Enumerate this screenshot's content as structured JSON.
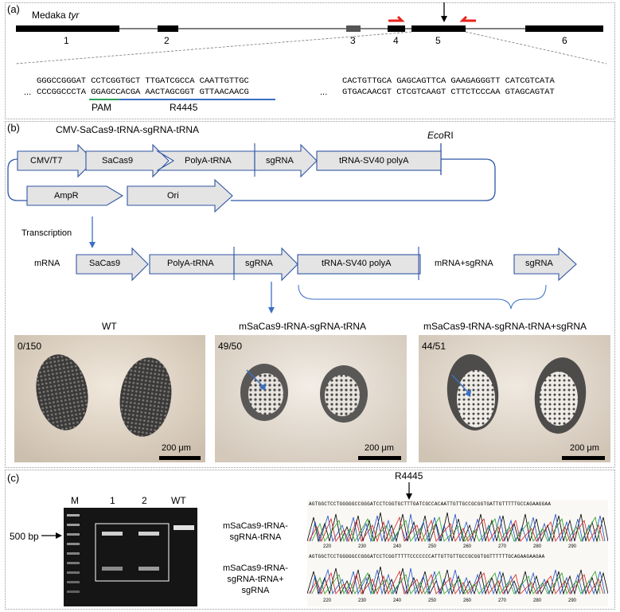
{
  "panel_a": {
    "label": "(a)",
    "gene_name": "Medaka ",
    "gene_italic": "tyr",
    "exon_numbers": [
      "1",
      "2",
      "3",
      "4",
      "5",
      "6"
    ],
    "seq_top_1": "GGGCCGGGAT CCTCGGTGCT TTGATCGCCA CAATTGTTGC",
    "seq_bot_1": "CCCGGCCCTA GGAGCCACGA AACTAGCGGT GTTAACAACG",
    "seq_top_2": "CACTGTTGCA GAGCAGTTCA GAAGAGGGTT CATCGTCATA",
    "seq_bot_2": "GTGACAACGT CTCGTCAAGT CTTCTCCCAA GTAGCAGTAT",
    "ellipsis": "...",
    "pam_label": "PAM",
    "site_label": "R4445"
  },
  "panel_b": {
    "label": "(b)",
    "construct_title": "CMV-SaCas9-tRNA-sgRNA-tRNA",
    "ecori_italic": "Eco",
    "ecori_rest": "RI",
    "plasmid_parts": [
      "CMV/T7",
      "SaCas9",
      "PolyA-tRNA",
      "sgRNA",
      "tRNA-SV40 polyA"
    ],
    "backbone_parts": [
      "AmpR",
      "Ori"
    ],
    "transcription_label": "Transcription",
    "mrna_label": "mRNA",
    "mrna_parts": [
      "SaCas9",
      "PolyA-tRNA",
      "sgRNA",
      "tRNA-SV40 polyA"
    ],
    "mix_label": "mRNA+sgRNA",
    "sgrna_label": "sgRNA",
    "photo_titles": [
      "WT",
      "mSaCas9-tRNA-sgRNA-tRNA",
      "mSaCas9-tRNA-sgRNA-tRNA+sgRNA"
    ],
    "photo_counts": [
      "0/150",
      "49/50",
      "44/51"
    ],
    "scale_text": "200 μm"
  },
  "panel_c": {
    "label": "(c)",
    "gel_lanes": [
      "M",
      "1",
      "2",
      "WT"
    ],
    "marker_label": "500 bp",
    "site_label": "R4445",
    "row1_label_line1": "mSaCas9-tRNA-",
    "row1_label_line2": "sgRNA-tRNA",
    "row2_label_line1": "mSaCas9-tRNA-",
    "row2_label_line2": "sgRNA-tRNA+",
    "row2_label_line3": "sgRNA",
    "seq_read_1": "AGTGGCTCCTGGGGGCCGGGATCCTCGGTGCTTTGATCGCCACAATTGTTGCCGCGGTGATTGTTTTTGCCAGAAGGAA",
    "seq_read_2": "AGTGGCTCCTGGGGGCCGGGATCCTCGGTTTTTCCCCCCCATTGTTGTTGCCGCGGTGGTTTTTTGCAGAAGAAGAA",
    "axis_ticks": [
      "220",
      "230",
      "240",
      "250",
      "260",
      "270",
      "280",
      "290"
    ]
  },
  "colors": {
    "arrow_fill": "#e4e4e4",
    "arrow_stroke": "#2f55a4",
    "blue_arrow": "#3a6fc4",
    "primer_red": "#e8231d",
    "pam_green": "#2aa05a",
    "target_blue": "#3a6fc4"
  }
}
